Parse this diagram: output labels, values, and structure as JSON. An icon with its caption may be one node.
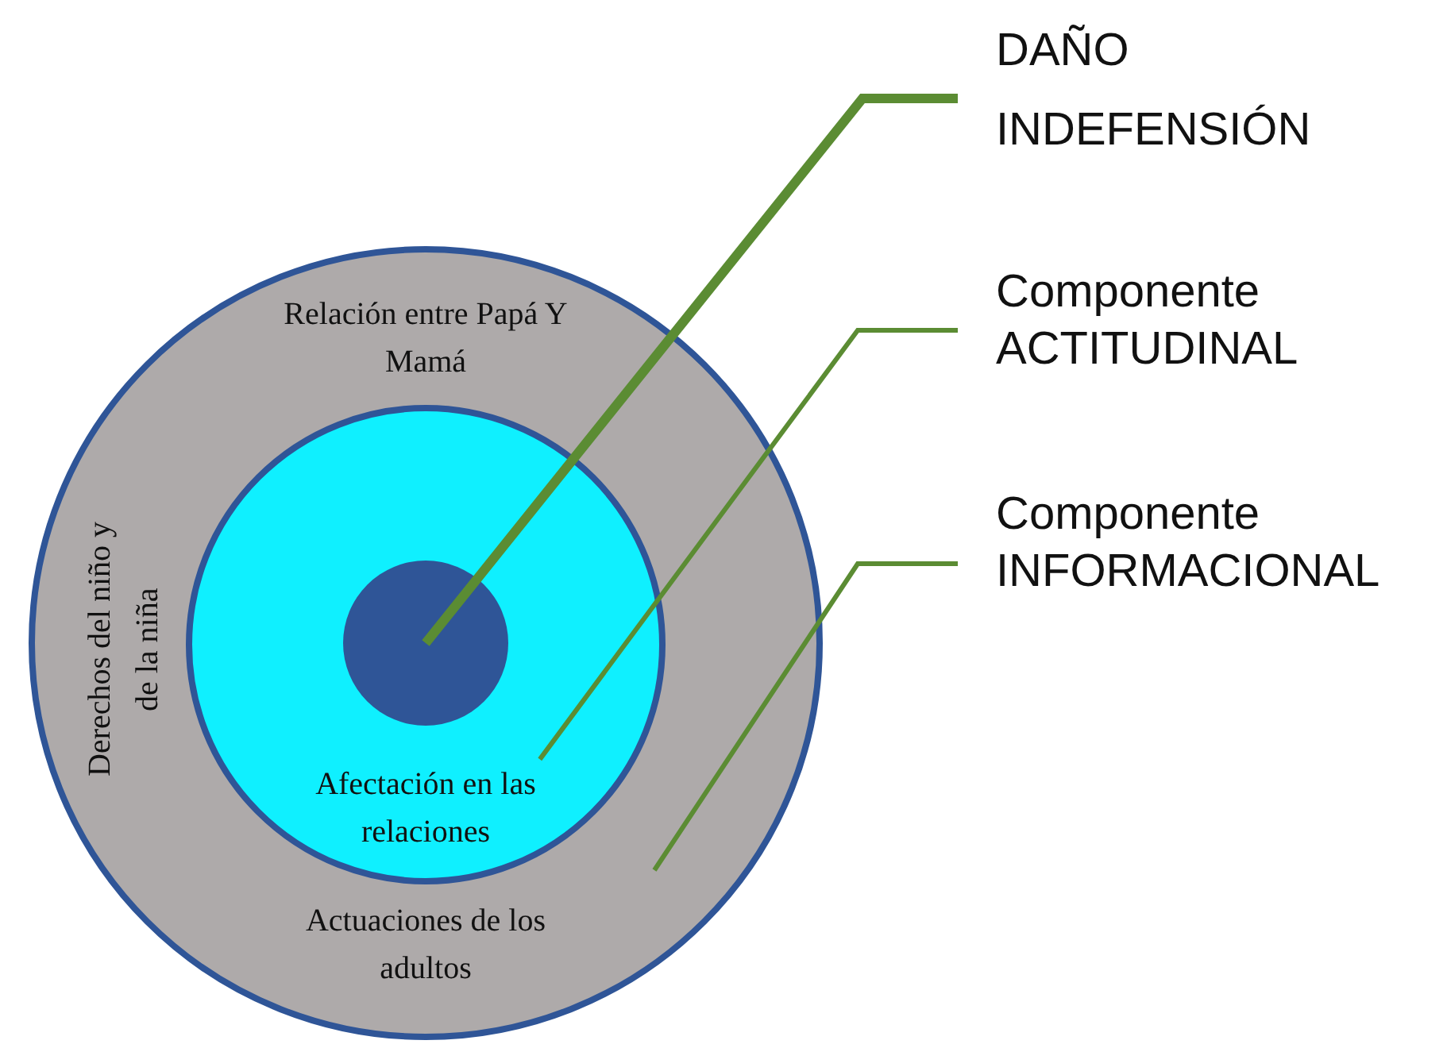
{
  "diagram": {
    "nodes": [
      {
        "text": [
          "Relación entre Papá Y Mamá",
          "Derechos del niño y de la niña",
          "Actuaciones de los adultos"
        ]
      },
      {
        "text": [
          "Afectación en las relaciones"
        ],
        "in": 0
      },
      {
        "text": [],
        "shape": "circle",
        "in": 1
      },
      {
        "text": [
          "DAÑO",
          "INDEFENSIÓN"
        ]
      },
      {
        "text": [
          "Componente ACTITUDINAL"
        ]
      },
      {
        "text": [
          "Componente INFORMACIONAL"
        ]
      }
    ],
    "edges": [
      {
        "from": 3,
        "to": 2,
        "arrow": "none",
        "style": "thick"
      },
      {
        "from": 4,
        "to": 1,
        "arrow": "none"
      },
      {
        "from": 5,
        "to": 0,
        "arrow": "none"
      }
    ]
  }
}
